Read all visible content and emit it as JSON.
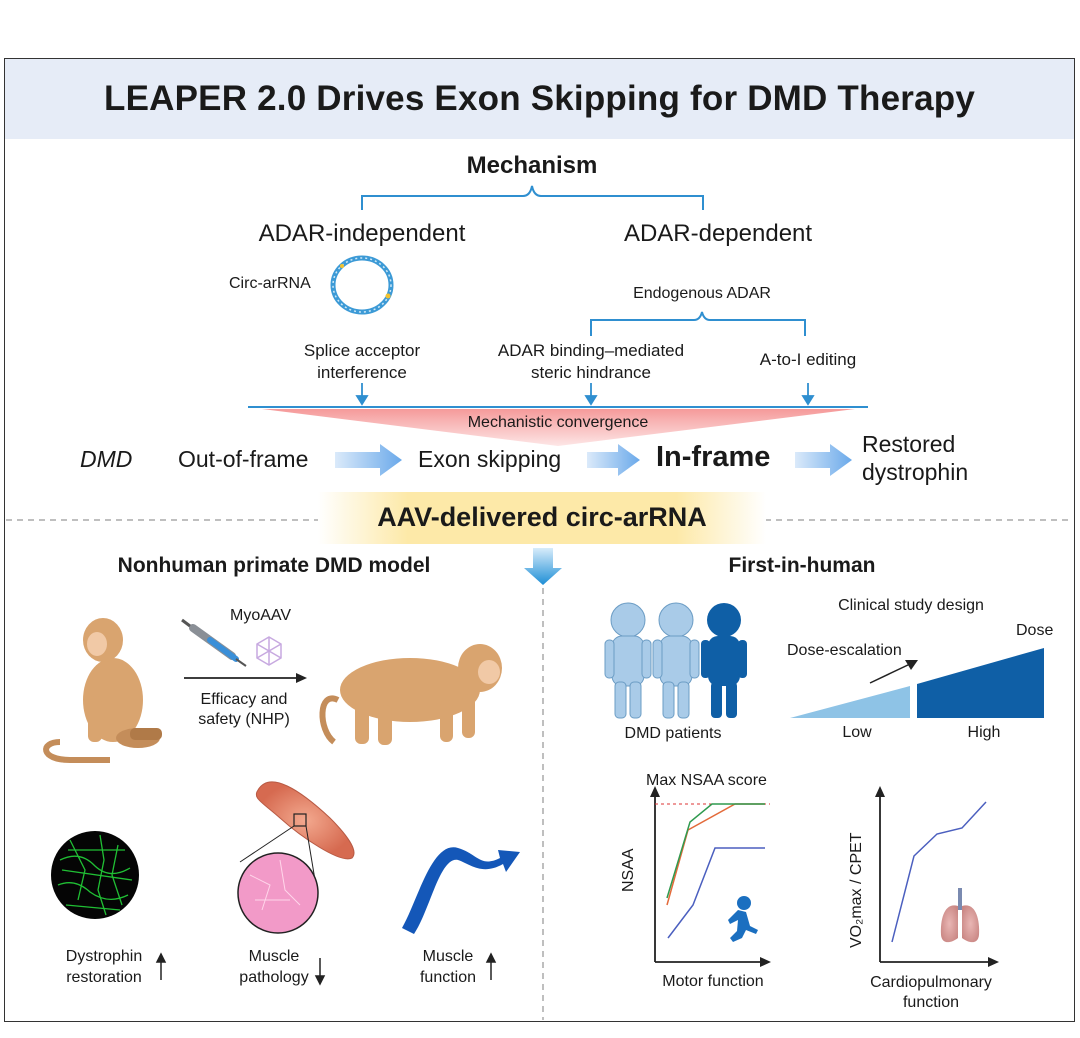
{
  "title": "LEAPER 2.0 Drives Exon Skipping for DMD Therapy",
  "mechanism": {
    "heading": "Mechanism",
    "adar_independent": "ADAR-independent",
    "adar_dependent": "ADAR-dependent",
    "circ_label": "Circ-arRNA",
    "endogenous": "Endogenous ADAR",
    "splice": [
      "Splice acceptor",
      "interference"
    ],
    "binding": [
      "ADAR binding–mediated",
      "steric hindrance"
    ],
    "editing": "A-to-I editing",
    "convergence": "Mechanistic convergence"
  },
  "flow": {
    "gene": "DMD",
    "out_of_frame": "Out-of-frame",
    "exon_skipping": "Exon skipping",
    "in_frame": "In-frame",
    "restored": [
      "Restored",
      "dystrophin"
    ]
  },
  "delivery": "AAV-delivered circ-arRNA",
  "nhp": {
    "heading": "Nonhuman primate DMD model",
    "vector": "MyoAAV",
    "arrow_label": [
      "Efficacy and",
      "safety (NHP)"
    ],
    "dystrophin": [
      "Dystrophin",
      "restoration"
    ],
    "pathology": [
      "Muscle",
      "pathology"
    ],
    "function": [
      "Muscle",
      "function"
    ]
  },
  "human": {
    "heading": "First-in-human",
    "patients": "DMD patients",
    "study_design": "Clinical study design",
    "dose": "Dose",
    "dose_escalation": "Dose-escalation",
    "low": "Low",
    "high": "High",
    "nsaa_chart": {
      "title": "Max NSAA score",
      "ylabel": "NSAA",
      "xlabel": "Motor function"
    },
    "vo2_chart": {
      "ylabel": "VO₂max / CPET",
      "xlabel": [
        "Cardiopulmonary",
        "function"
      ]
    }
  },
  "colors": {
    "title_bg": "#e6ecf7",
    "bracket": "#2f8fd0",
    "convergence": "#f7b3b3",
    "delivery_bg": "#fde9a8",
    "dark_blue": "#0f5fa6",
    "light_blue": "#8ec3e6"
  }
}
